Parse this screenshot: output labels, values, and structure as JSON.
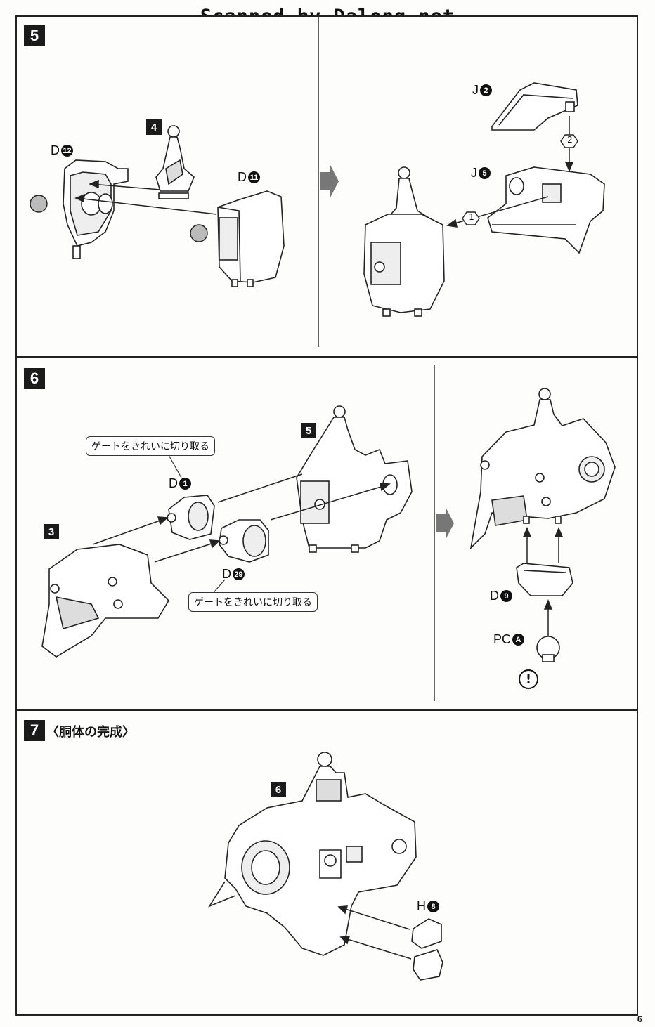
{
  "watermark": "Scanned by Dalong.net",
  "page_number": "6",
  "steps": {
    "s5": {
      "number": "5",
      "labels": {
        "d12": {
          "prefix": "D",
          "num": "12"
        },
        "d11": {
          "prefix": "D",
          "num": "11"
        },
        "j2": {
          "prefix": "J",
          "num": "2"
        },
        "j5": {
          "prefix": "J",
          "num": "5"
        }
      },
      "sub_ref": "4",
      "order_1": "1",
      "order_2": "2"
    },
    "s6": {
      "number": "6",
      "callout_gate_1": "ゲートをきれいに切り取る",
      "callout_gate_2": "ゲートをきれいに切り取る",
      "labels": {
        "d1": {
          "prefix": "D",
          "num": "1"
        },
        "d29": {
          "prefix": "D",
          "num": "29"
        },
        "d9": {
          "prefix": "D",
          "num": "9"
        },
        "pca": {
          "prefix": "PC",
          "num": "A"
        }
      },
      "ref_3": "3",
      "ref_5": "5",
      "caution": "!"
    },
    "s7": {
      "number": "7",
      "title": "〈胴体の完成〉",
      "ref_6": "6",
      "labels": {
        "h8": {
          "prefix": "H",
          "num": "8"
        }
      }
    }
  }
}
